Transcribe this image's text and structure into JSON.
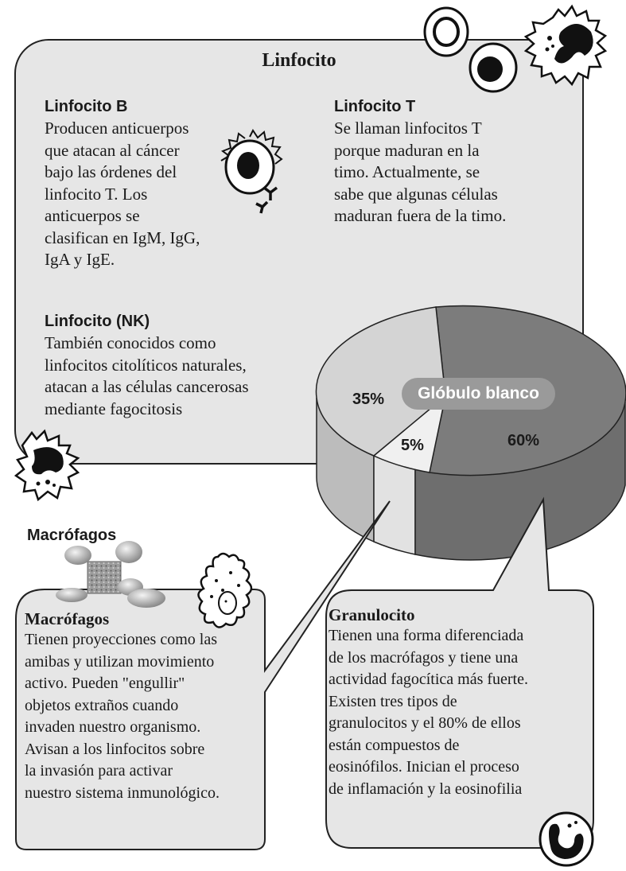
{
  "lymphocyte": {
    "title": "Linfocito",
    "b_cell": {
      "heading": "Linfocito B",
      "lines": [
        "Producen anticuerpos",
        "que atacan al cáncer",
        "bajo las órdenes del",
        "linfocito T. Los",
        "anticuerpos se",
        "clasifican en IgM, IgG,",
        "IgA y IgE."
      ]
    },
    "t_cell": {
      "heading": "Linfocito T",
      "lines": [
        "Se llaman linfocitos T",
        "porque maduran en la",
        "timo. Actualmente, se",
        "sabe que algunas células",
        "maduran fuera de la timo."
      ]
    },
    "nk_cell": {
      "heading": "Linfocito (NK)",
      "lines": [
        "También conocidos como",
        "linfocitos citolíticos naturales,",
        "atacan a las células cancerosas",
        "mediante fagocitosis"
      ]
    }
  },
  "pie": {
    "label": "Glóbulo blanco",
    "slices": [
      {
        "name": "Linfocito",
        "label": "35%",
        "value": 35,
        "color": "#d4d4d4"
      },
      {
        "name": "Macrófagos",
        "label": "5%",
        "value": 5,
        "color": "#f0f0f0"
      },
      {
        "name": "Granulocito",
        "label": "60%",
        "value": 60,
        "color": "#7c7c7c"
      }
    ]
  },
  "macrophage_heading": "Macrófagos",
  "macrophage": {
    "heading": "Macrófagos",
    "lines": [
      "Tienen proyecciones como las",
      "amibas y utilizan movimiento",
      "activo. Pueden \"engullir\"",
      "objetos extraños cuando",
      "invaden nuestro organismo.",
      "Avisan a los linfocitos sobre",
      "la invasión para activar",
      "nuestro sistema inmunológico."
    ]
  },
  "granulocyte": {
    "heading": "Granulocito",
    "lines": [
      "Tienen una forma diferenciada",
      "de los macrófagos y tiene una",
      "actividad fagocítica más fuerte.",
      "Existen tres tipos de",
      "granulocitos y el 80% de ellos",
      "están compuestos de",
      "eosinófilos. Inician el proceso",
      "de inflamación y la eosinofilia"
    ]
  }
}
